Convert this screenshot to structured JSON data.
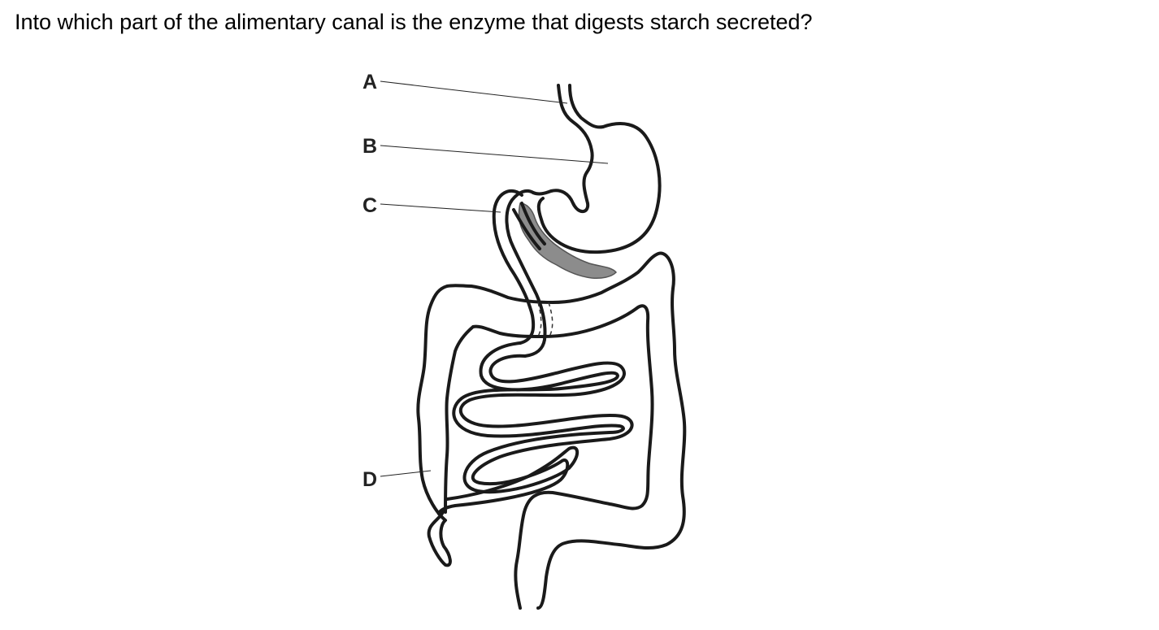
{
  "question": "Into which part of the alimentary canal is the enzyme that digests starch secreted?",
  "labels": {
    "a": "A",
    "b": "B",
    "c": "C",
    "d": "D"
  }
}
